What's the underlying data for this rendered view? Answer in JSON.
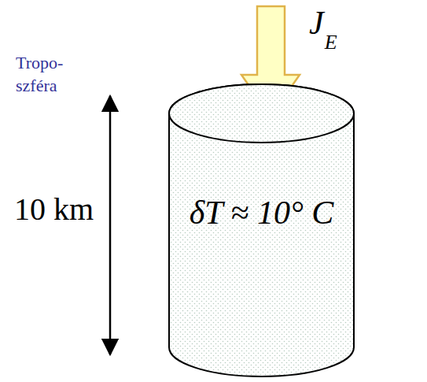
{
  "diagram": {
    "nodes": [
      {
        "text": [
          "δT ≈ 10° C"
        ]
      }
    ],
    "labels": [
      "Tropo- szféra",
      "10 km",
      "J",
      "E"
    ]
  }
}
